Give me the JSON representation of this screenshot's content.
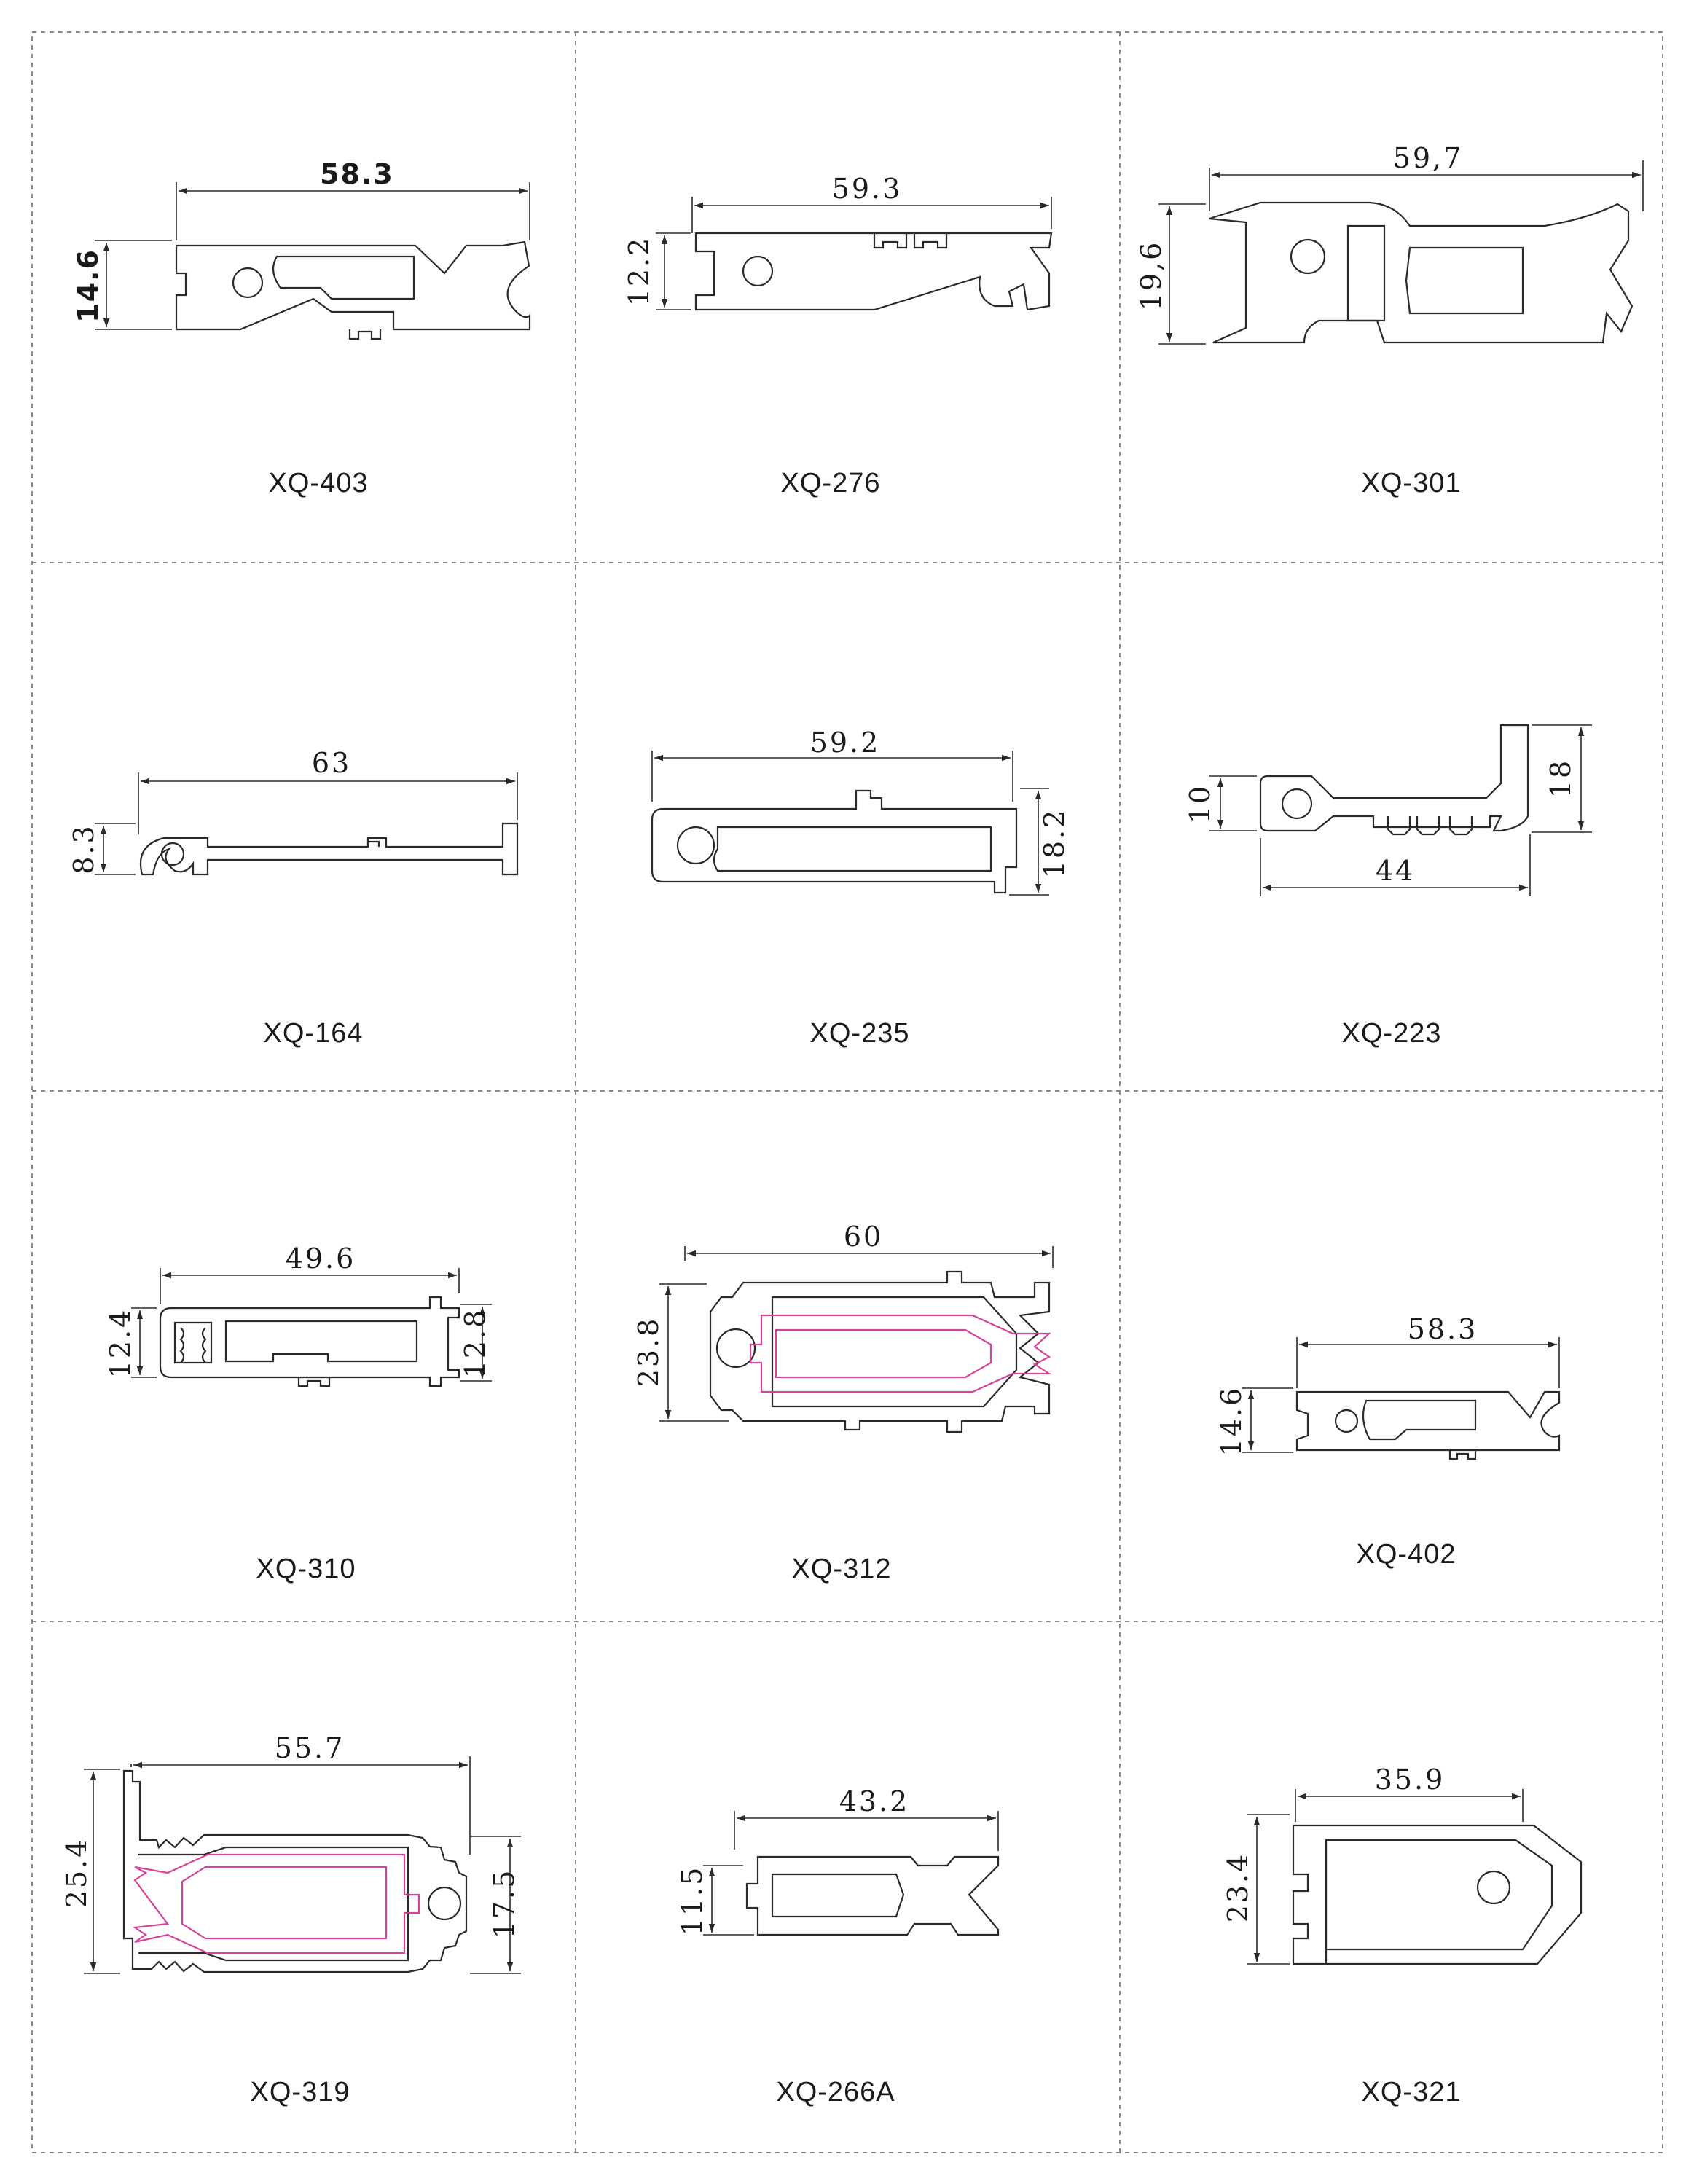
{
  "colors": {
    "outline": "#2a2a2a",
    "gasket": "#d6449a",
    "grid": "#8a8a8a",
    "background": "#ffffff"
  },
  "cells": [
    {
      "model": "XQ-403",
      "dims": [
        "58.3",
        "14.6"
      ]
    },
    {
      "model": "XQ-276",
      "dims": [
        "59.3",
        "12.2"
      ]
    },
    {
      "model": "XQ-301",
      "dims": [
        "59,7",
        "19,6"
      ]
    },
    {
      "model": "XQ-164",
      "dims": [
        "63",
        "8.3"
      ]
    },
    {
      "model": "XQ-235",
      "dims": [
        "59.2",
        "18.2"
      ]
    },
    {
      "model": "XQ-223",
      "dims": [
        "44",
        "10",
        "18"
      ]
    },
    {
      "model": "XQ-310",
      "dims": [
        "49.6",
        "12.4",
        "12.8"
      ]
    },
    {
      "model": "XQ-312",
      "dims": [
        "60",
        "23.8"
      ]
    },
    {
      "model": "XQ-402",
      "dims": [
        "58.3",
        "14.6"
      ]
    },
    {
      "model": "XQ-319",
      "dims": [
        "55.7",
        "25.4",
        "17.5"
      ]
    },
    {
      "model": "XQ-266A",
      "dims": [
        "43.2",
        "11.5"
      ]
    },
    {
      "model": "XQ-321",
      "dims": [
        "35.9",
        "23.4"
      ]
    }
  ]
}
